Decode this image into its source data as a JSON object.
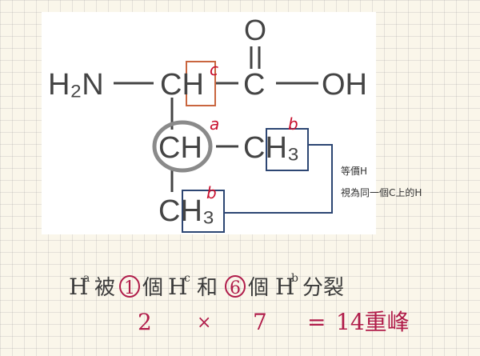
{
  "structure": {
    "h2n": "H₂N",
    "ch_top": "CH",
    "c_carbonyl": "C",
    "o_top": "O",
    "oh": "OH",
    "ch_mid": "CH",
    "ch3_right": "CH₃",
    "ch3_bottom": "CH₃"
  },
  "labels": {
    "a": "a",
    "b": "b",
    "c": "c"
  },
  "note": {
    "line1": "等價H",
    "line2": "視為同一個C上的H"
  },
  "handwriting": {
    "line1_h": "H",
    "line1_a": "a",
    "line1_text1": "被",
    "line1_circled1": "1",
    "line1_text2": "個",
    "line1_h2": "H",
    "line1_c": "c",
    "line1_text3": "和",
    "line1_circled2": "6",
    "line1_text4": "個",
    "line1_h3": "H",
    "line1_b": "b",
    "line1_text5": "分裂",
    "line2_n1": "2",
    "line2_x": "×",
    "line2_n2": "7",
    "line2_eq": "=",
    "line2_result": "14重峰"
  },
  "colors": {
    "red": "#c8102e",
    "box_orange": "#c9663f",
    "box_blue": "#2d4673",
    "pen": "#3a3a3a",
    "circle": "#8a8a8a"
  }
}
